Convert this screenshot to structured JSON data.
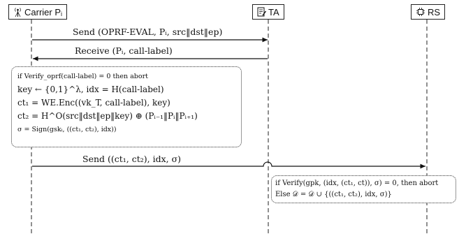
{
  "actors": {
    "carrier": "Carrier Pᵢ",
    "ta": "TA",
    "rs": "RS"
  },
  "messages": {
    "send1": "Send (OPRF-EVAL, Pᵢ, src‖dst‖ep)",
    "receive": "Receive (Pᵢ, call-label)",
    "send2": "Send ((ct₁, ct₂), idx, σ)"
  },
  "note1": {
    "l1": "if Verify_oprf(call-label) = 0 then abort",
    "l2": "key ← {0,1}^λ, idx = H(call-label)",
    "l3": "ct₁ = WE.Enc((vk_T, call-label), key)",
    "l4": "ct₂ = H^O(src‖dst‖ep‖key) ⊕ (Pᵢ₋₁‖Pᵢ‖Pᵢ₊₁)",
    "l5": "σ = Sign(gskᵢ, ((ct₁, ct₂), idx))"
  },
  "note2": {
    "l1": "if Verify(gpk, (idx, (ct₁, ct)), σ) = 0, then abort",
    "l2": "Else 𝒟 = 𝒟 ∪ {((ct₁, ct₂), idx, σ)}"
  }
}
